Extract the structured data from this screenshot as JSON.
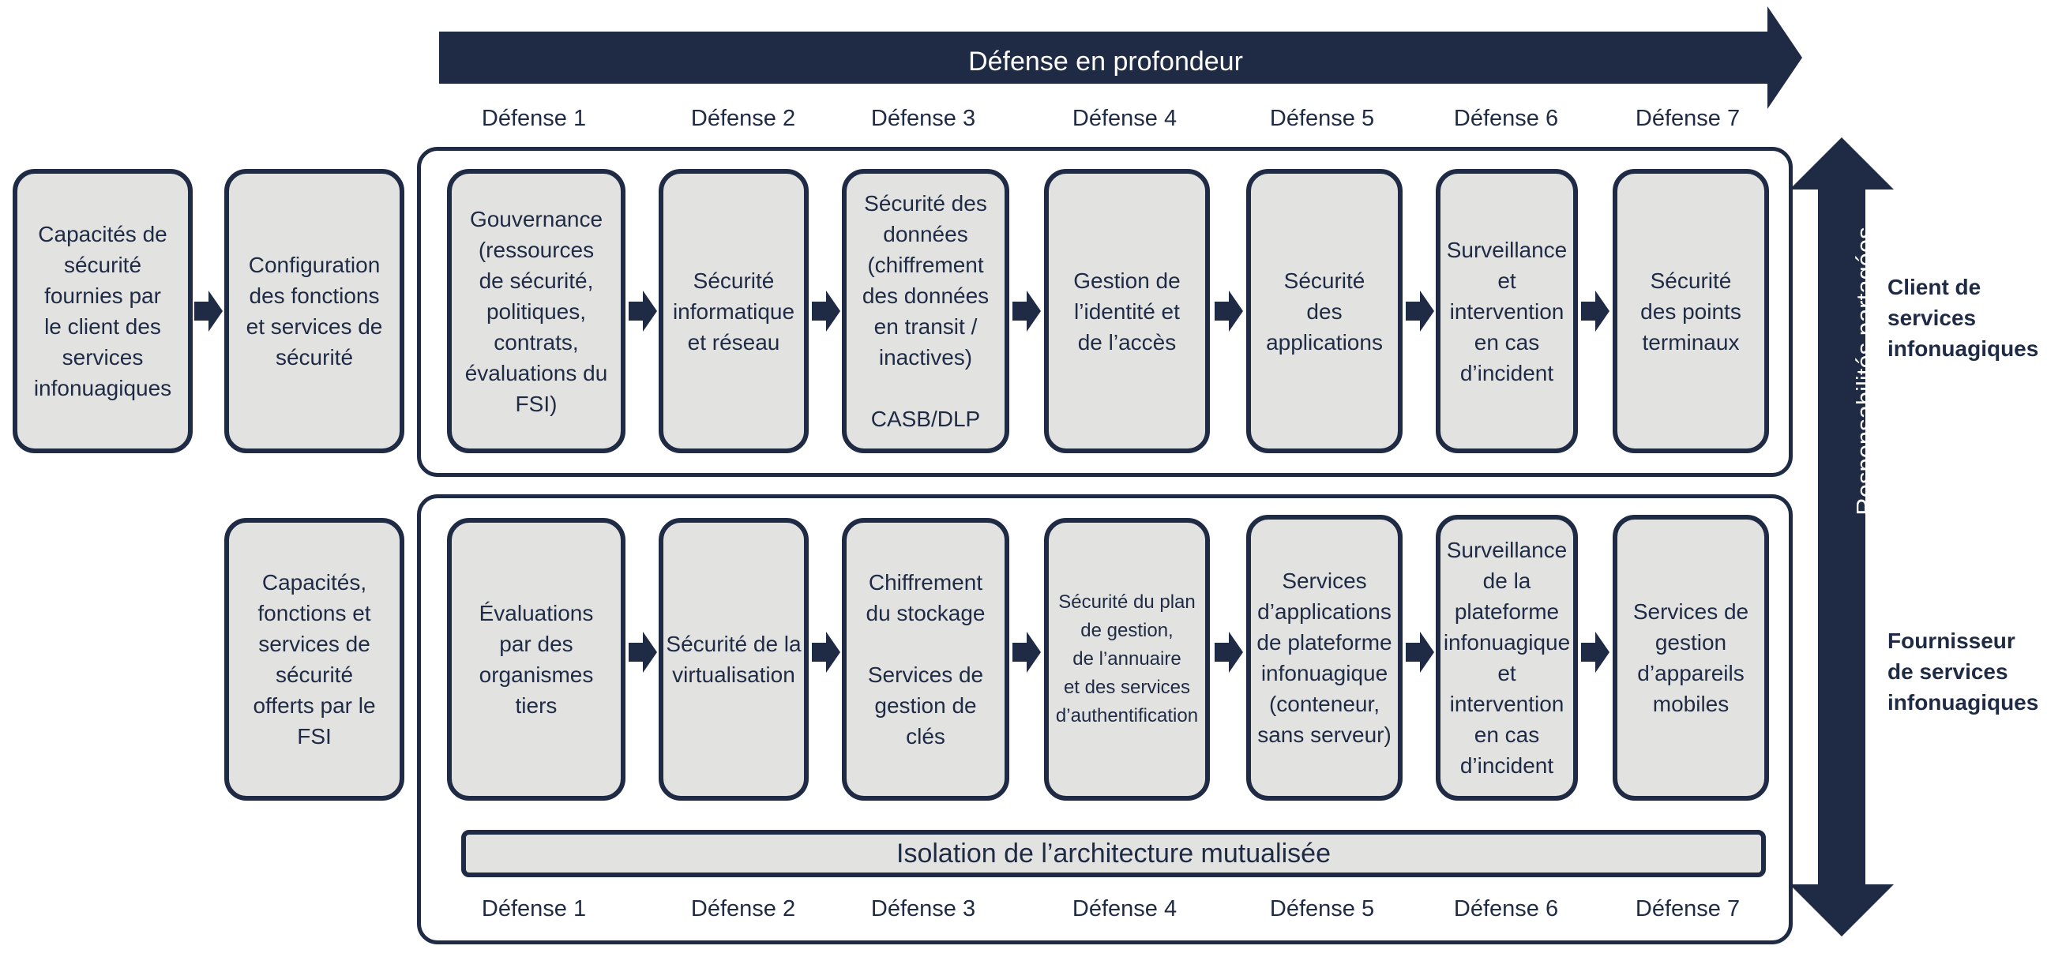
{
  "top_arrow_label": "Défense en profondeur",
  "defense_labels": [
    "Défense 1",
    "Défense 2",
    "Défense 3",
    "Défense 4",
    "Défense 5",
    "Défense 6",
    "Défense 7"
  ],
  "left_boxes": {
    "client_capabilities": "Capacités de\nsécurité\nfournies par\nle client des\nservices\ninfonuagiques",
    "configuration": "Configuration\ndes fonctions\net services de\nsécurité",
    "provider_capabilities": "Capacités,\nfonctions et\nservices de\nsécurité\nofferts par le\nFSI"
  },
  "client_row": [
    "Gouvernance\n(ressources\nde sécurité,\npolitiques,\ncontrats,\névaluations du\nFSI)",
    "Sécurité\ninformatique\net réseau",
    "Sécurité des\ndonnées\n(chiffrement\ndes données\nen transit /\ninactives)\n\nCASB/DLP",
    "Gestion de\nl’identité et\nde l’accès",
    "Sécurité\ndes\napplications",
    "Surveillance\net\nintervention\nen cas\nd’incident",
    "Sécurité\ndes points\nterminaux"
  ],
  "provider_row": [
    "Évaluations\npar des\norganismes\ntiers",
    "Sécurité de la\nvirtualisation",
    "Chiffrement\ndu stockage\n\nServices de\ngestion de\nclés",
    "Sécurité du plan\nde gestion,\nde l’annuaire\net des services\nd’authentification",
    "Services\nd’applications\nde plateforme\ninfonuagique\n(conteneur,\nsans serveur)",
    "Surveillance\nde la\nplateforme\ninfonuagique\net\nintervention\nen cas\nd’incident",
    "Services de\ngestion\nd’appareils\nmobiles"
  ],
  "isolation_label": "Isolation de l’architecture mutualisée",
  "shared_responsibility_label": "Responsabilités partagées",
  "side_labels": {
    "client": "Client de\nservices\ninfonuagiques",
    "provider": "Fournisseur\nde services\ninfonuagiques"
  },
  "colors": {
    "navy": "#1f2a44",
    "box_fill": "#e2e3e1",
    "background": "#ffffff"
  }
}
